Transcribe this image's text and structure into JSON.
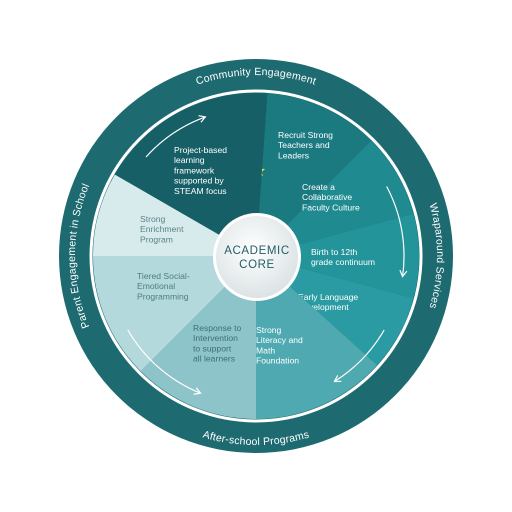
{
  "diagram": {
    "core": {
      "lines": [
        "ACADEMIC",
        "CORE"
      ]
    },
    "outer_ring": {
      "labels": [
        "Community Engagement",
        "Wraparound Services",
        "After-school Programs",
        "Parent Engagement in School"
      ]
    },
    "segments": [
      {
        "id": "recruit",
        "lines": [
          "Recruit Strong",
          "Teachers and",
          "Leaders"
        ],
        "color": "#1b7a80",
        "text_color": "#ffffff",
        "icon": "star-icon"
      },
      {
        "id": "collab",
        "lines": [
          "Create a",
          "Collaborative",
          "Faculty Culture"
        ],
        "color": "#1f8a90",
        "text_color": "#ffffff"
      },
      {
        "id": "birth",
        "lines": [
          "Birth to 12th",
          "grade continuum"
        ],
        "color": "#22949a",
        "text_color": "#ffffff"
      },
      {
        "id": "early",
        "lines": [
          "Early Language",
          "Development"
        ],
        "color": "#2a9ba2",
        "text_color": "#ffffff"
      },
      {
        "id": "literacy",
        "lines": [
          "Strong",
          "Literacy and",
          "Math",
          "Foundation"
        ],
        "color": "#4fa9b0",
        "text_color": "#ffffff"
      },
      {
        "id": "response",
        "lines": [
          "Response to",
          "Intervention",
          "to support",
          "all learners"
        ],
        "color": "#8cc4c9",
        "text_color": "#3f6f74"
      },
      {
        "id": "tiered",
        "lines": [
          "Tiered Social-",
          "Emotional",
          "Programming"
        ],
        "color": "#b3d9dc",
        "text_color": "#4f7d82"
      },
      {
        "id": "enrich",
        "lines": [
          "Strong",
          "Enrichment",
          "Program"
        ],
        "color": "#d7eaec",
        "text_color": "#5b8489"
      },
      {
        "id": "project",
        "lines": [
          "Project-based",
          "learning",
          "framework",
          "supported by",
          "STEAM focus"
        ],
        "color": "#175f66",
        "text_color": "#ffffff"
      }
    ],
    "colors": {
      "outer_ring": "#1d6a70",
      "ring_border": "#ffffff",
      "star": "#e8e43a",
      "arrow": "#ffffff",
      "core_fill": "#e9eeef",
      "core_text": "#215f64"
    }
  }
}
